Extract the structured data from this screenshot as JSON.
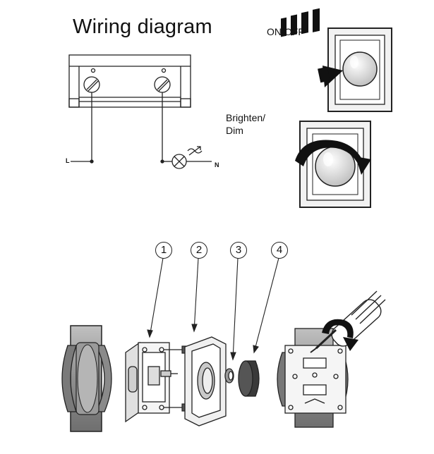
{
  "title": "Wiring diagram",
  "on_off_label": "ON/OFF",
  "brighten_line1": "Brighten/",
  "brighten_line2": "Dim",
  "terminal_l": "L",
  "terminal_n": "N",
  "parts": [
    "1",
    "2",
    "3",
    "4"
  ],
  "colors": {
    "line": "#222222",
    "fill_gray": "#9a9a9a",
    "fill_dark": "#333333",
    "fill_light": "#e8e8e8"
  }
}
